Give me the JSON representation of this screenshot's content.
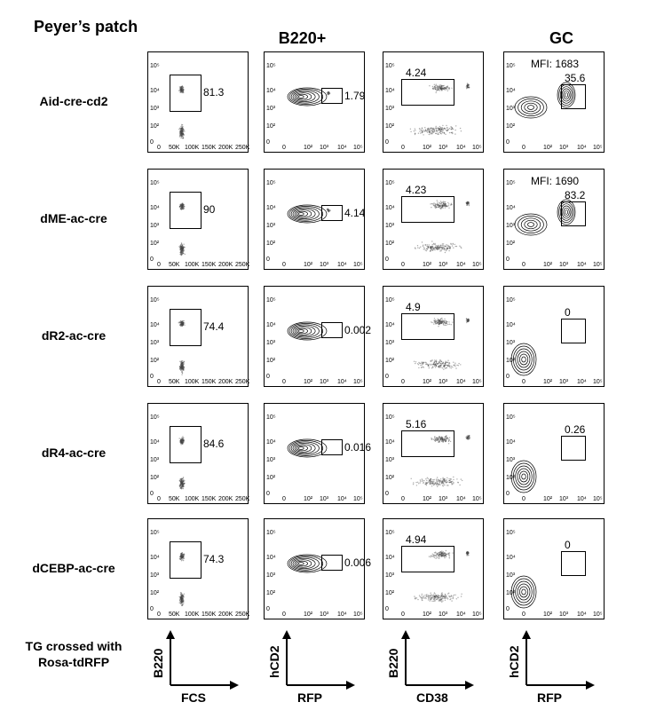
{
  "figure_title": "Peyer’s patch",
  "column_titles": [
    "",
    "B220+",
    "",
    "GC"
  ],
  "footer_label": "TG crossed with Rosa-tdRFP",
  "axes": [
    {
      "x": "FCS",
      "y": "B220"
    },
    {
      "x": "RFP",
      "y": "hCD2"
    },
    {
      "x": "CD38",
      "y": "B220"
    },
    {
      "x": "RFP",
      "y": "hCD2"
    }
  ],
  "tick_labels": {
    "fcs_x": [
      "0",
      "50K",
      "100K",
      "150K",
      "200K",
      "250K"
    ],
    "log_x": [
      "0",
      "10²",
      "10³",
      "10⁴",
      "10⁵"
    ],
    "log_x_cd38": [
      "0",
      "10²",
      "10³",
      "10⁴",
      "10⁵"
    ],
    "log_y": [
      "0",
      "10²",
      "10³",
      "10⁴",
      "10⁵"
    ]
  },
  "chart_data": {
    "type": "flow-cytometry-grid",
    "rows": [
      {
        "name": "Aid-cre-cd2",
        "gates": [
          "81.3",
          "1.79",
          "4.24",
          "35.6"
        ],
        "mfi": "MFI: 1683"
      },
      {
        "name": "dME-ac-cre",
        "gates": [
          "90",
          "4.14",
          "4.23",
          "83.2"
        ],
        "mfi": "MFI: 1690"
      },
      {
        "name": "dR2-ac-cre",
        "gates": [
          "74.4",
          "0.002",
          "4.9",
          "0"
        ],
        "mfi": ""
      },
      {
        "name": "dR4-ac-cre",
        "gates": [
          "84.6",
          "0.016",
          "5.16",
          "0.26"
        ],
        "mfi": ""
      },
      {
        "name": "dCEBP-ac-cre",
        "gates": [
          "74.3",
          "0.006",
          "4.94",
          "0"
        ],
        "mfi": ""
      }
    ]
  }
}
